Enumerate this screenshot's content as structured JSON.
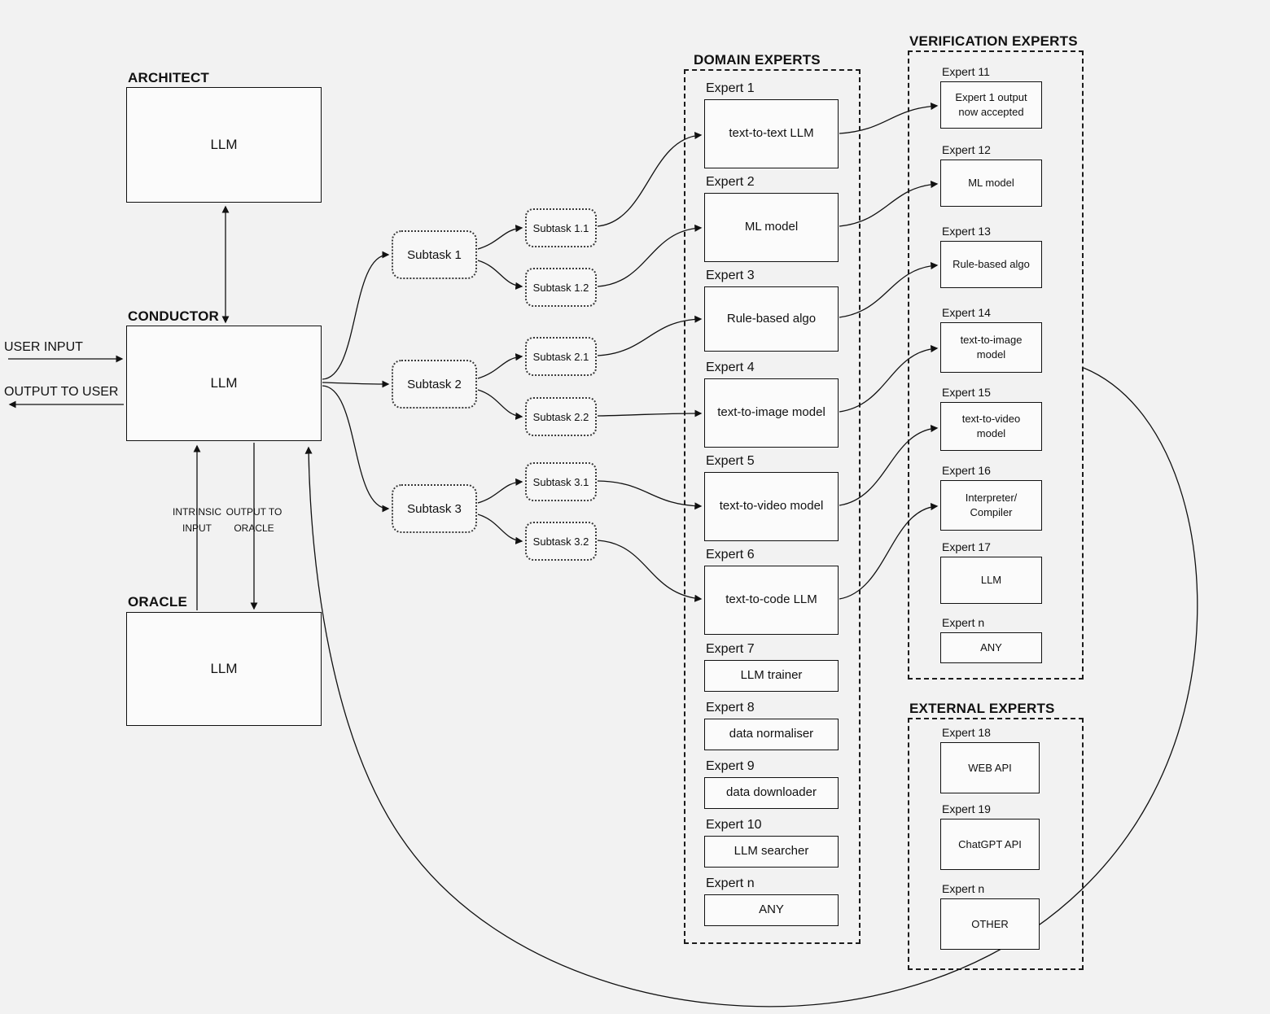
{
  "colors": {
    "background": "#f2f2f2",
    "line": "#111111"
  },
  "nodes": {
    "architect": {
      "label": "ARCHITECT",
      "content": "LLM"
    },
    "conductor": {
      "label": "CONDUCTOR",
      "content": "LLM"
    },
    "oracle": {
      "label": "ORACLE",
      "content": "LLM"
    }
  },
  "io": {
    "user_input": "USER INPUT",
    "output_to_user": "OUTPUT TO USER",
    "intrinsic_input": "INTRINSIC INPUT",
    "output_to_oracle": "OUTPUT TO ORACLE"
  },
  "subtasks": [
    {
      "label": "Subtask 1"
    },
    {
      "label": "Subtask 2"
    },
    {
      "label": "Subtask 3"
    }
  ],
  "subsubtasks": [
    {
      "label": "Subtask 1.1"
    },
    {
      "label": "Subtask 1.2"
    },
    {
      "label": "Subtask 2.1"
    },
    {
      "label": "Subtask 2.2"
    },
    {
      "label": "Subtask 3.1"
    },
    {
      "label": "Subtask 3.2"
    }
  ],
  "domain_experts": {
    "title": "DOMAIN EXPERTS",
    "items": [
      {
        "label": "Expert 1",
        "content": "text-to-text LLM"
      },
      {
        "label": "Expert 2",
        "content": "ML model"
      },
      {
        "label": "Expert 3",
        "content": "Rule-based algo"
      },
      {
        "label": "Expert 4",
        "content": "text-to-image model"
      },
      {
        "label": "Expert 5",
        "content": "text-to-video model"
      },
      {
        "label": "Expert 6",
        "content": "text-to-code LLM"
      },
      {
        "label": "Expert 7",
        "content": "LLM trainer"
      },
      {
        "label": "Expert 8",
        "content": "data normaliser"
      },
      {
        "label": "Expert 9",
        "content": "data downloader"
      },
      {
        "label": "Expert 10",
        "content": "LLM searcher"
      },
      {
        "label": "Expert n",
        "content": "ANY"
      }
    ]
  },
  "verification_experts": {
    "title": "VERIFICATION EXPERTS",
    "items": [
      {
        "label": "Expert 11",
        "content": "Expert 1 output now accepted"
      },
      {
        "label": "Expert 12",
        "content": "ML model"
      },
      {
        "label": "Expert 13",
        "content": "Rule-based algo"
      },
      {
        "label": "Expert 14",
        "content": "text-to-image model"
      },
      {
        "label": "Expert 15",
        "content": "text-to-video model"
      },
      {
        "label": "Expert 16",
        "content": "Interpreter/ Compiler"
      },
      {
        "label": "Expert 17",
        "content": "LLM"
      },
      {
        "label": "Expert n",
        "content": "ANY"
      }
    ]
  },
  "external_experts": {
    "title": "EXTERNAL EXPERTS",
    "items": [
      {
        "label": "Expert 18",
        "content": "WEB API"
      },
      {
        "label": "Expert 19",
        "content": "ChatGPT API"
      },
      {
        "label": "Expert n",
        "content": "OTHER"
      }
    ]
  }
}
